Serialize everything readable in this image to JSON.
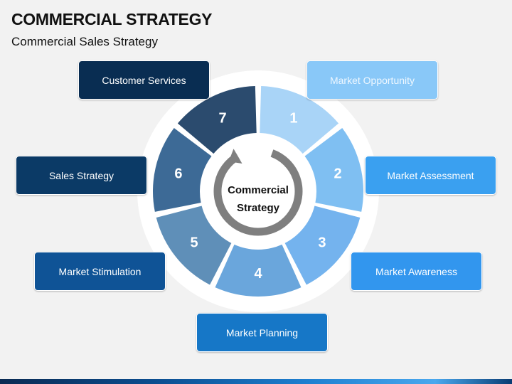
{
  "header": {
    "title": "COMMERCIAL STRATEGY",
    "subtitle": "Commercial Sales Strategy"
  },
  "center": {
    "line1": "Commercial",
    "line2": "Strategy"
  },
  "segments": [
    {
      "number": "1",
      "color": "#a9d4f7"
    },
    {
      "number": "2",
      "color": "#7fbff2"
    },
    {
      "number": "3",
      "color": "#74b3ee"
    },
    {
      "number": "4",
      "color": "#6aa6dc"
    },
    {
      "number": "5",
      "color": "#5f8fb8"
    },
    {
      "number": "6",
      "color": "#3d6a96"
    },
    {
      "number": "7",
      "color": "#2b4b6e"
    }
  ],
  "labels": {
    "market_opportunity": "Market Opportunity",
    "market_assessment": "Market Assessment",
    "market_awareness": "Market Awareness",
    "market_planning": "Market Planning",
    "market_stimulation": "Market Stimulation",
    "sales_strategy": "Sales Strategy",
    "customer_services": "Customer Services"
  },
  "colors": {
    "market_opportunity": "#89c8f8",
    "market_assessment": "#3aa0f0",
    "market_awareness": "#3296ee",
    "market_planning": "#1677c7",
    "market_stimulation": "#0f5396",
    "sales_strategy": "#0b3a66",
    "customer_services": "#092d52",
    "arrow": "#7f7f7f"
  }
}
